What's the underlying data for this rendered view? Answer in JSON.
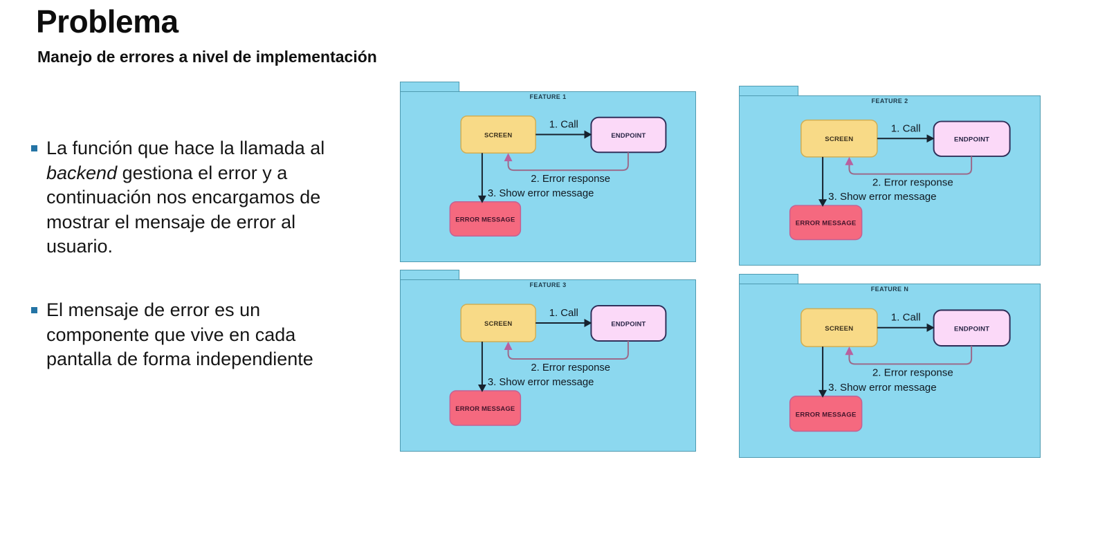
{
  "slide": {
    "title": "Problema",
    "subtitle": "Manejo de errores a nivel de implementación",
    "background": "#ffffff"
  },
  "bullets": {
    "marker_color": "#2474a5",
    "item1_pre": "La función que hace la llamada al ",
    "item1_italic": "backend",
    "item1_post": " gestiona el error y a continuación nos encargamos de mostrar el mensaje de error al usuario.",
    "item2": "El mensaje de error es un componente que vive en cada pantalla de forma independiente"
  },
  "diagram": {
    "folders": [
      {
        "label": "FEATURE 1"
      },
      {
        "label": "FEATURE 2"
      },
      {
        "label": "FEATURE 3"
      },
      {
        "label": "FEATURE N"
      }
    ],
    "nodes": {
      "screen": "SCREEN",
      "endpoint": "ENDPOINT",
      "error_message": "ERROR MESSAGE"
    },
    "edges": {
      "call": "1. Call",
      "error_response": "2. Error response",
      "show_error": "3. Show error message"
    },
    "colors": {
      "folder_fill": "#8cd8ef",
      "folder_border": "#4e9ab0",
      "screen_fill": "#f8da87",
      "screen_border": "#cfae55",
      "endpoint_fill": "#fbd9f8",
      "endpoint_border": "#31305a",
      "error_fill": "#f5697f",
      "error_border": "#c16294",
      "arrow_dark": "#16222e",
      "arrow_return": "#9c6a8a",
      "arrow_return_head": "#b8619f"
    }
  }
}
